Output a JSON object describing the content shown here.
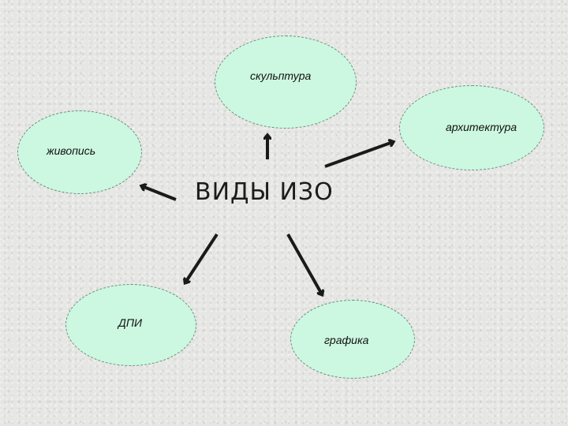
{
  "diagram": {
    "center_title": "ВИДЫ ИЗО",
    "nodes": {
      "sculpture": "скульптура",
      "painting": "живопись",
      "architecture": "архитектура",
      "dpi": "ДПИ",
      "graphics": "графика"
    }
  },
  "colors": {
    "node_fill": "#ccf7e0",
    "arrow": "#1a1a1a",
    "background": "#e6e6e4"
  }
}
